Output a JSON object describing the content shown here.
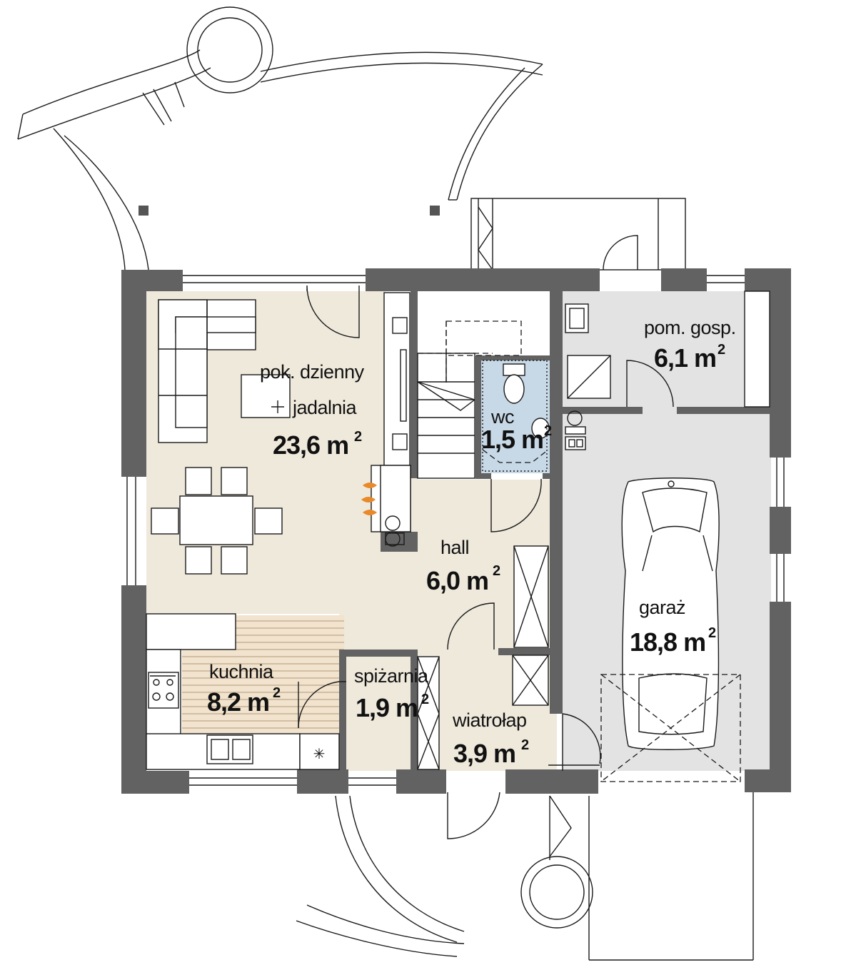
{
  "rooms": {
    "living": {
      "name_line1": "pok. dzienny",
      "name_line2": "jadalnia",
      "area": "23,6 m",
      "unit_exp": "2"
    },
    "utility": {
      "name": "pom. gosp.",
      "area": "6,1 m",
      "unit_exp": "2"
    },
    "wc": {
      "name": "wc",
      "area": "1,5 m",
      "unit_exp": "2"
    },
    "hall": {
      "name": "hall",
      "area": "6,0 m",
      "unit_exp": "2"
    },
    "garage": {
      "name": "garaż",
      "area": "18,8 m",
      "unit_exp": "2"
    },
    "kitchen": {
      "name": "kuchnia",
      "area": "8,2 m",
      "unit_exp": "2"
    },
    "pantry": {
      "name": "spiżarnia",
      "area": "1,9 m",
      "unit_exp": "2"
    },
    "vestibule": {
      "name": "wiatrołap",
      "area": "3,9 m",
      "unit_exp": "2"
    }
  },
  "colors": {
    "wall": "#626262",
    "living_floor": "#efe9dc",
    "garage_floor": "#e3e3e3",
    "wc_floor": "#c7d8e6",
    "kitchen_floor": "#f1e3cd",
    "fireplace_flame": "#e8892a"
  }
}
